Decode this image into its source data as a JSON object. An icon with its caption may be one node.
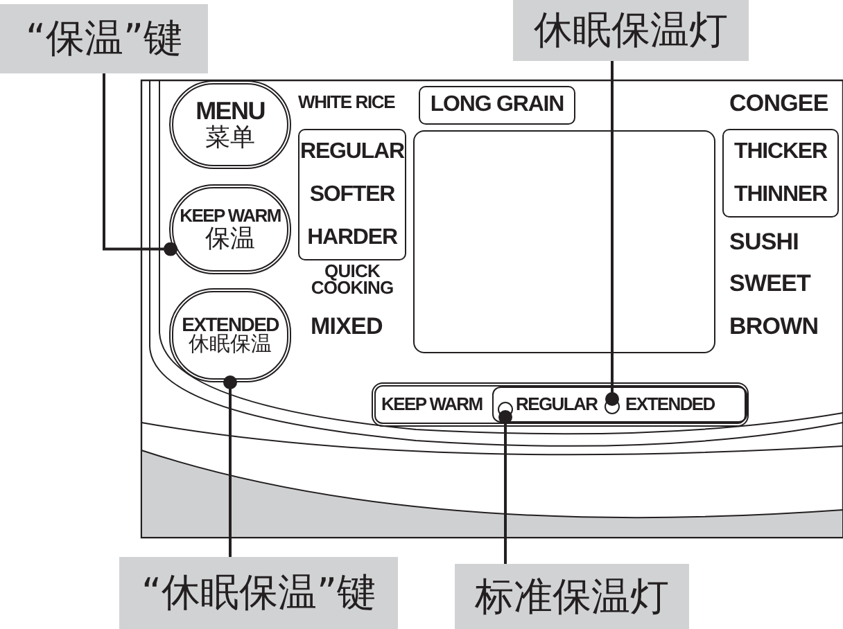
{
  "diagram": {
    "nodes": [
      {
        "text": [
          "“保温”键"
        ]
      },
      {
        "text": [
          "休眠保温灯"
        ]
      },
      {
        "text": [
          "MENU",
          "菜单"
        ]
      },
      {
        "text": [
          "LONG GRAIN"
        ]
      },
      {
        "text": [
          "REGULAR",
          "SOFTER",
          "HARDER"
        ]
      },
      {
        "text": [],
        "shape": "box"
      },
      {
        "text": [
          "THICKER",
          "THINNER"
        ]
      },
      {
        "text": [
          "KEEP WARM",
          "保温"
        ]
      },
      {
        "text": [
          "EXTENDED",
          "休眠保温"
        ]
      },
      {
        "text": [
          "KEEP WARM",
          "REGULAR",
          "EXTENDED"
        ]
      },
      {
        "text": [],
        "shape": "circle",
        "in": 9
      },
      {
        "text": [],
        "shape": "circle",
        "in": 9
      },
      {
        "text": [
          "“休眠保温”键"
        ]
      },
      {
        "text": [
          "标准保温灯"
        ]
      }
    ],
    "edges": [
      {
        "from": 0,
        "to": 7,
        "arrow": "other"
      },
      {
        "from": 1,
        "to": 11,
        "arrow": "other"
      },
      {
        "from": 12,
        "to": 8,
        "arrow": "other"
      },
      {
        "from": 13,
        "to": 10,
        "arrow": "other"
      }
    ],
    "labels": [
      "WHITE RICE",
      "CONGEE",
      "QUICK COOKING",
      "SUSHI",
      "SWEET",
      "MIXED",
      "BROWN"
    ]
  }
}
